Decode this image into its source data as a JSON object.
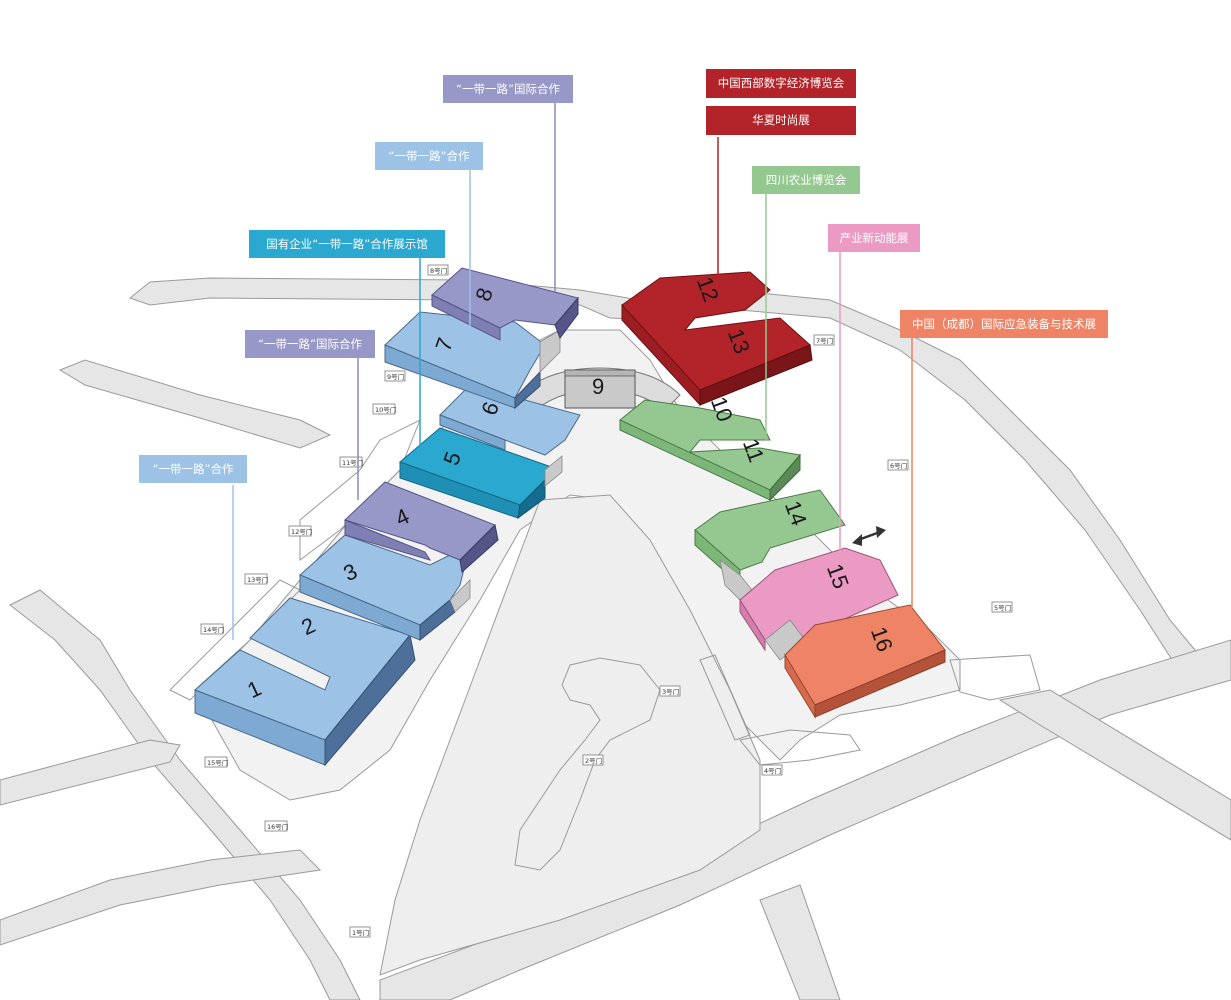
{
  "labels": {
    "hall_8": "“一带一路”国际合作",
    "hall_7": "“一带一路”合作",
    "hall_5": "国有企业“一带一路”合作展示馆",
    "hall_4": "“一带一路”国际合作",
    "hall_1_3": "“一带一路”合作",
    "hall_12_13_a": "中国西部数字经济博览会",
    "hall_12_13_b": "华夏时尚展",
    "hall_10_11": "四川农业博览会",
    "hall_15": "产业新动能展",
    "hall_16": "中国（成都）国际应急装备与技术展"
  },
  "halls": [
    "1",
    "2",
    "3",
    "4",
    "5",
    "6",
    "7",
    "8",
    "9",
    "10",
    "11",
    "12",
    "13",
    "14",
    "15",
    "16"
  ],
  "gates": [
    "1号门",
    "2号门",
    "3号门",
    "4号门",
    "5号门",
    "6号门",
    "7号门",
    "8号门",
    "9号门",
    "10号门",
    "11号门",
    "12号门",
    "13号门",
    "14号门",
    "15号门",
    "16号门"
  ],
  "colors": {
    "light_blue": "#9cc3e6",
    "cyan": "#2aa8d0",
    "purple": "#9797c8",
    "red": "#b3242a",
    "green": "#94c890",
    "pink": "#ea9ac3",
    "orange": "#ee8465",
    "grey": "#c9c9c9"
  }
}
